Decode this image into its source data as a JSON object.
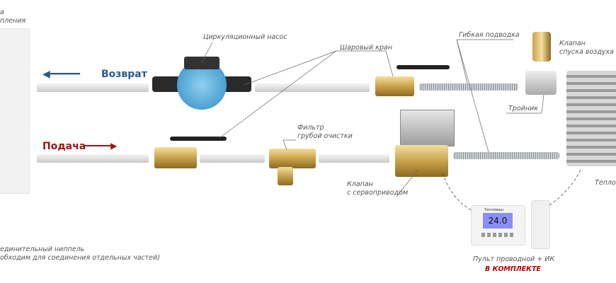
{
  "labels": {
    "radiator_top_1": "а",
    "radiator_top_2": "пления",
    "pump": "Циркуляционный насос",
    "ball_valve": "Шаровый кран",
    "flex_hose": "Гибкая подводка",
    "air_valve_1": "Клапан",
    "air_valve_2": "спуска воздуха",
    "tee": "Тройник",
    "filter_1": "Фильтр",
    "filter_2": "грубой очистки",
    "servo_1": "Клапан",
    "servo_2": "с сервоприводом",
    "heater": "Тепло",
    "nipple_1": "единительный ниппель",
    "nipple_2": "обходим для соединения отдельных частей)",
    "remote": "Пульт проводной + ИК",
    "included": "В КОМПЛЕКТЕ"
  },
  "flows": {
    "return": "Возврат",
    "supply": "Подача"
  },
  "thermostat": {
    "display": "24.0",
    "brand": "Тепломаш"
  },
  "colors": {
    "return": "#2b5a8c",
    "supply": "#a01414"
  }
}
